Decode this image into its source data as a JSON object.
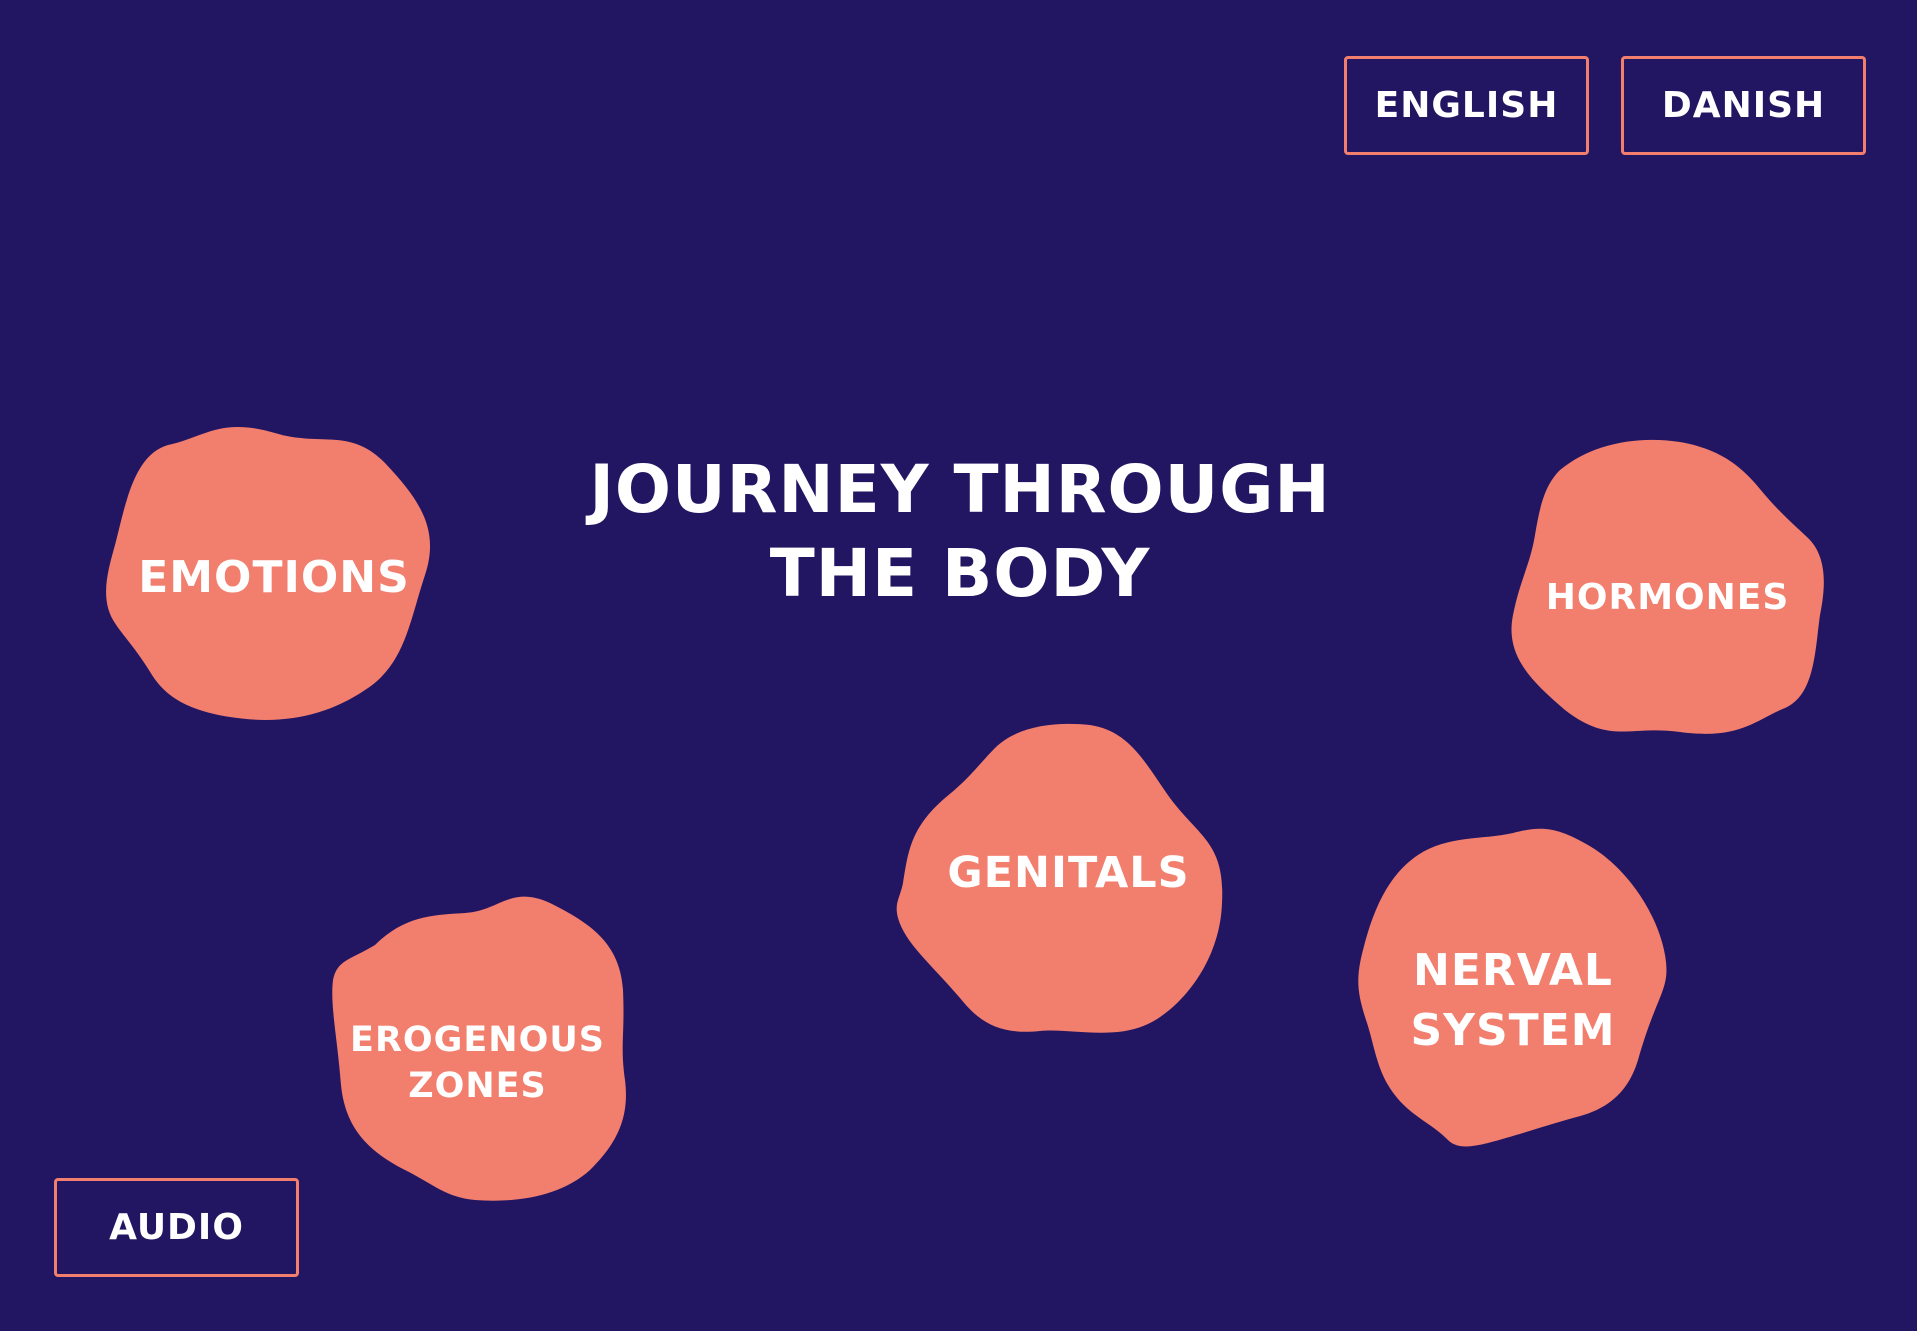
{
  "language_buttons": {
    "english_label": "ENGLISH",
    "danish_label": "DANISH"
  },
  "audio_button": {
    "label": "AUDIO"
  },
  "title": {
    "line1": "JOURNEY THROUGH",
    "line2": "THE BODY"
  },
  "topics": {
    "emotions": {
      "label": "EMOTIONS"
    },
    "hormones": {
      "label": "HORMONES"
    },
    "genitals": {
      "label": "GENITALS"
    },
    "erogenous_zones": {
      "line1": "EROGENOUS",
      "line2": "ZONES"
    },
    "nerval_system": {
      "line1": "NERVAL",
      "line2": "SYSTEM"
    }
  },
  "colors": {
    "background": "#221663",
    "accent": "#f27e6d",
    "text": "#ffffff"
  }
}
